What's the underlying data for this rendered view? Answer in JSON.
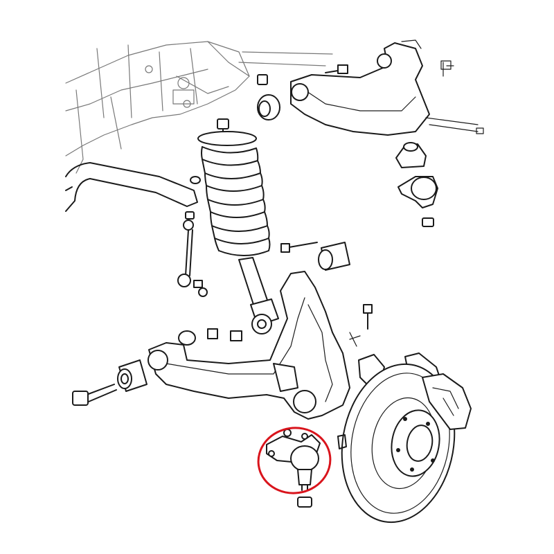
{
  "diagram": {
    "style": "exploded line drawing, black on white",
    "highlight_color": "#d9141c",
    "line_color": "#1a1a1a",
    "background_color": "#ffffff",
    "parts": [
      "chassis-frame",
      "upper-control-arm",
      "upper-arm-bushing",
      "upper-ball-joint",
      "coil-spring",
      "shock-absorber",
      "anti-roll-bar",
      "anti-roll-bar-link",
      "lower-control-arm",
      "lower-arm-bushing",
      "lower-arm-pivot-bolt",
      "lower-ball-joint",
      "steering-knuckle",
      "brake-disc",
      "wheel-hub",
      "brake-caliper"
    ],
    "highlighted_part": "lower-ball-joint"
  }
}
